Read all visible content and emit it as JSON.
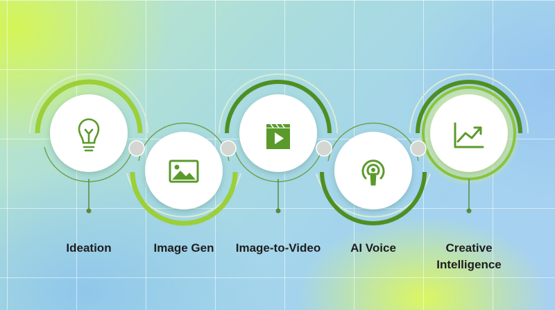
{
  "stages": [
    {
      "label": "Ideation",
      "icon": "lightbulb-icon"
    },
    {
      "label": "Image Gen",
      "icon": "image-icon"
    },
    {
      "label": "Image-to-Video",
      "icon": "video-clapper-icon"
    },
    {
      "label": "AI Voice",
      "icon": "podcast-microphone-icon"
    },
    {
      "label": "Creative Intelligence",
      "icon": "trending-chart-icon"
    }
  ],
  "colors": {
    "ring_light": "#9ccf38",
    "ring_dark": "#4f8e22",
    "icon": "#5a9a2b",
    "connector": "#d2d4d0"
  }
}
